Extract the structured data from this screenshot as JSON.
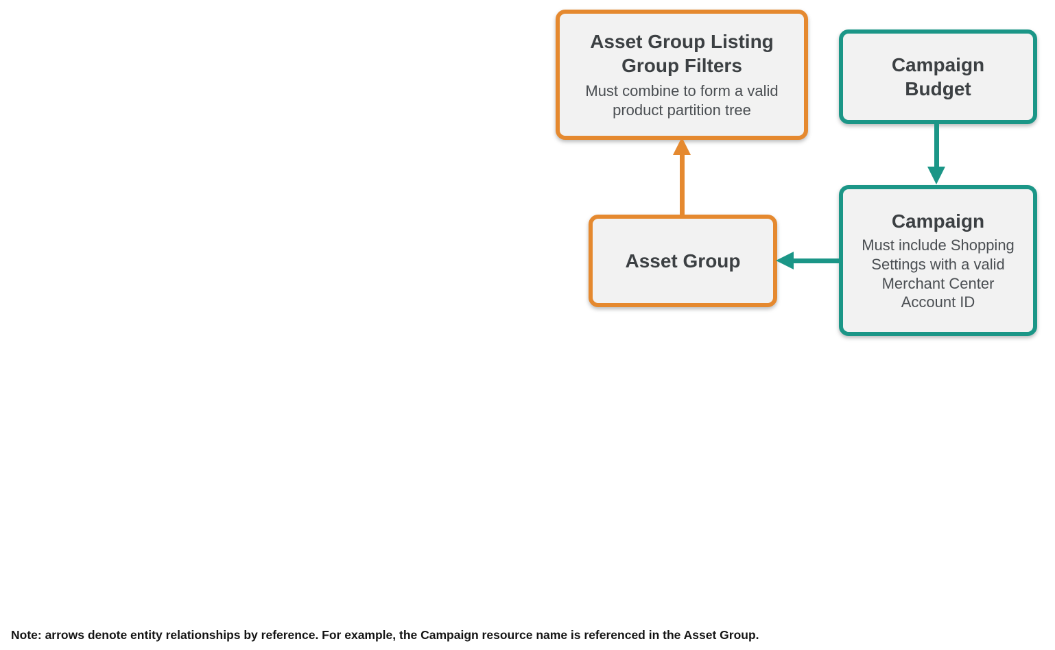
{
  "diagram": {
    "nodes": [
      {
        "id": "asset-group-listing-group-filters",
        "title": "Asset Group Listing Group Filters",
        "subtitle": "Must combine to form a valid product partition tree",
        "border_color": "#E5892F"
      },
      {
        "id": "campaign-budget",
        "title": "Campaign Budget",
        "subtitle": "",
        "border_color": "#1B9687"
      },
      {
        "id": "asset-group",
        "title": "Asset Group",
        "subtitle": "",
        "border_color": "#E5892F"
      },
      {
        "id": "campaign",
        "title": "Campaign",
        "subtitle": "Must include Shopping Settings with a valid Merchant Center Account ID",
        "border_color": "#1B9687"
      }
    ],
    "edges": [
      {
        "from": "asset-group",
        "to": "asset-group-listing-group-filters",
        "direction": "up",
        "color": "#E5892F"
      },
      {
        "from": "campaign-budget",
        "to": "campaign",
        "direction": "down",
        "color": "#1B9687"
      },
      {
        "from": "campaign",
        "to": "asset-group",
        "direction": "left",
        "color": "#1B9687"
      }
    ],
    "note": "Note: arrows denote entity relationships by reference. For example, the Campaign resource name is referenced in the Asset Group."
  },
  "colors": {
    "orange": "#E5892F",
    "teal": "#1B9687",
    "box_background": "#F2F2F2",
    "title_text": "#3C4043",
    "subtitle_text": "#4A4E52",
    "note_text": "#141414",
    "page_background": "#FFFFFF"
  }
}
